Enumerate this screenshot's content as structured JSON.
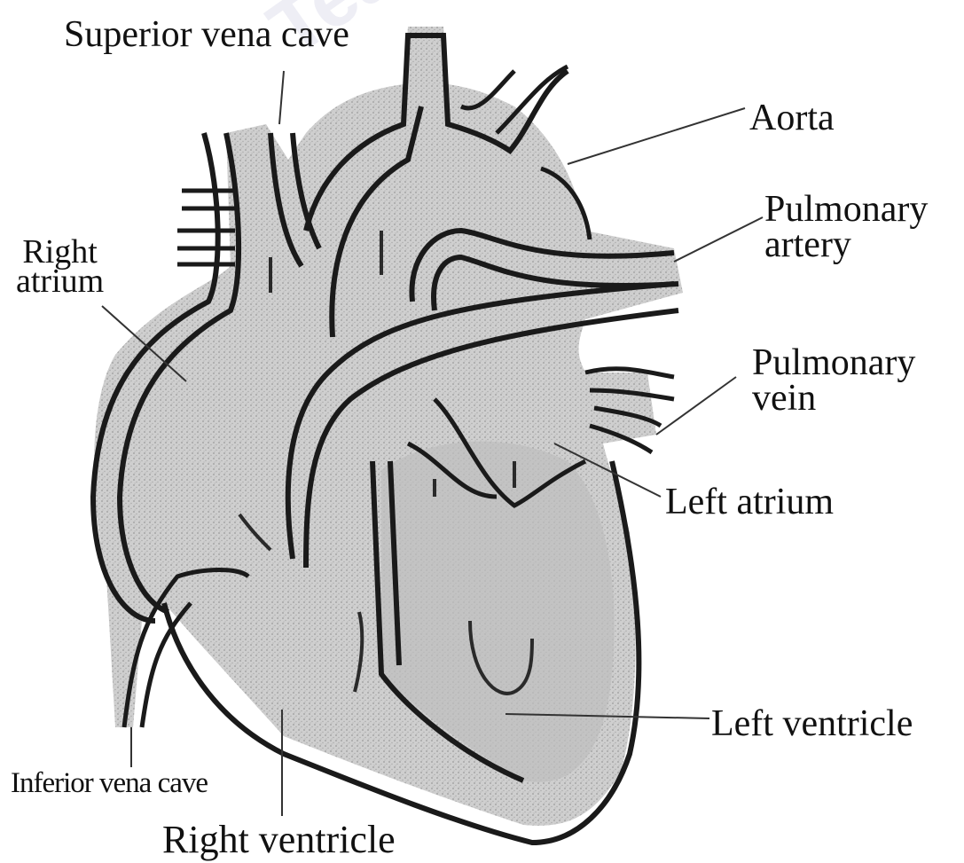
{
  "labels": {
    "superior_vena_cava": "Superior vena cave",
    "aorta": "Aorta",
    "pulmonary_artery_line1": "Pulmonary",
    "pulmonary_artery_line2": "artery",
    "right_atrium_line1": "Right",
    "right_atrium_line2": "atrium",
    "pulmonary_vein_line1": "Pulmonary",
    "pulmonary_vein_line2": "vein",
    "left_atrium": "Left atrium",
    "left_ventricle": "Left ventricle",
    "inferior_vena_cava": "Inferior vena cave",
    "right_ventricle": "Right ventricle"
  },
  "watermark": "Teachi",
  "colors": {
    "chamber_fill": "#c8c8c8",
    "outline": "#1a1a1a",
    "background": "#ffffff"
  }
}
